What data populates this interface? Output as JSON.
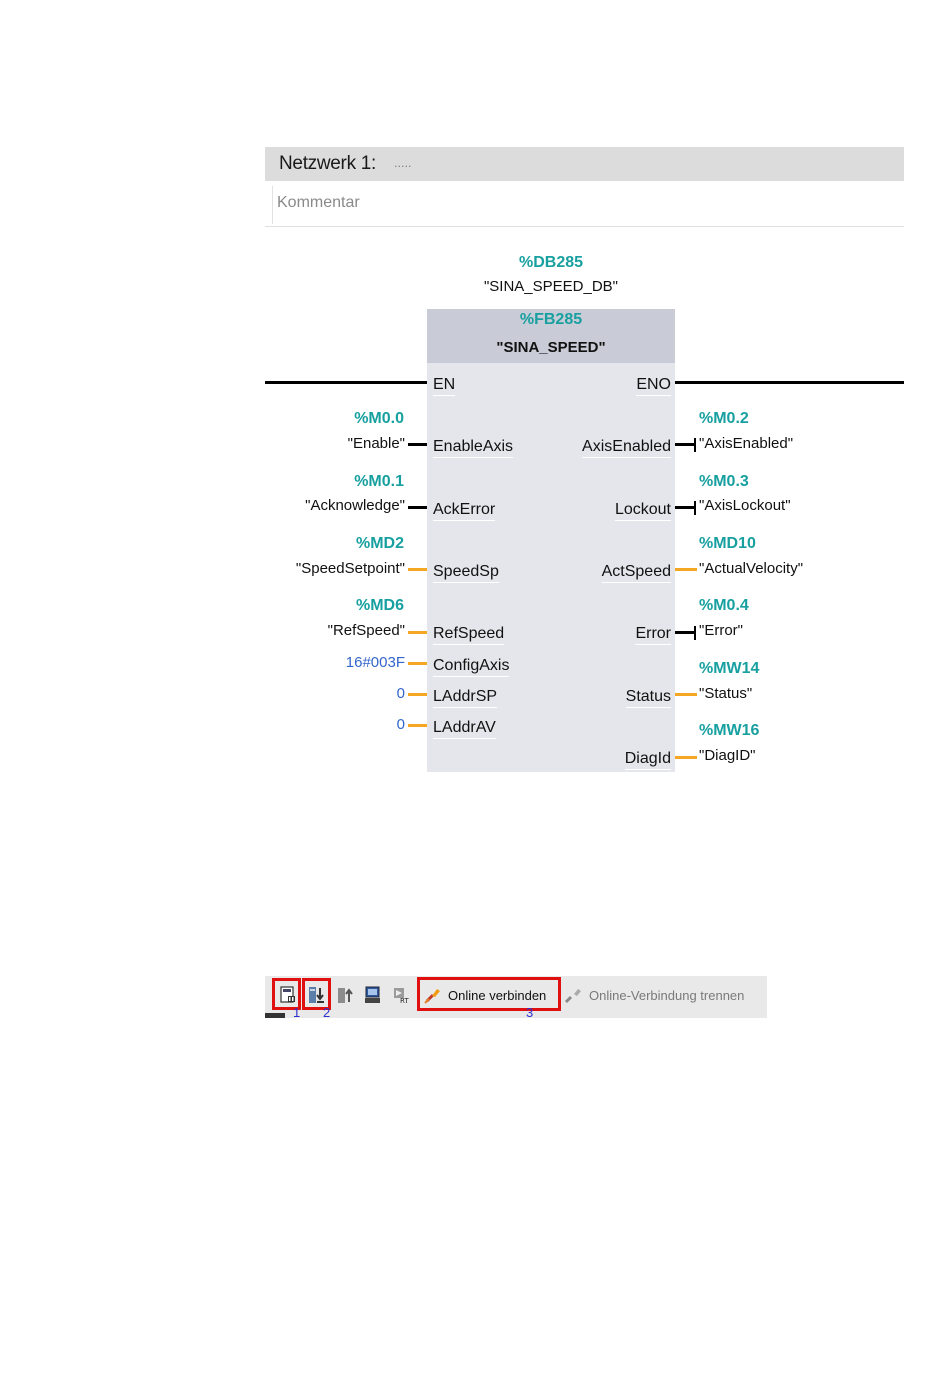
{
  "network": {
    "title": "Netzwerk 1:",
    "title_dots": ".....",
    "comment_placeholder": "Kommentar"
  },
  "instance_db": {
    "address": "%DB285",
    "name": "\"SINA_SPEED_DB\""
  },
  "function_block": {
    "address": "%FB285",
    "name": "\"SINA_SPEED\""
  },
  "pins": {
    "en": "EN",
    "eno": "ENO",
    "inputs": [
      {
        "pin": "EnableAxis",
        "address": "%M0.0",
        "symbol": "\"Enable\""
      },
      {
        "pin": "AckError",
        "address": "%M0.1",
        "symbol": "\"Acknowledge\""
      },
      {
        "pin": "SpeedSp",
        "address": "%MD2",
        "symbol": "\"SpeedSetpoint\""
      },
      {
        "pin": "RefSpeed",
        "address": "%MD6",
        "symbol": "\"RefSpeed\""
      },
      {
        "pin": "ConfigAxis",
        "constant": "16#003F"
      },
      {
        "pin": "LAddrSP",
        "constant": "0"
      },
      {
        "pin": "LAddrAV",
        "constant": "0"
      }
    ],
    "outputs": [
      {
        "pin": "AxisEnabled",
        "address": "%M0.2",
        "symbol": "\"AxisEnabled\""
      },
      {
        "pin": "Lockout",
        "address": "%M0.3",
        "symbol": "\"AxisLockout\""
      },
      {
        "pin": "ActSpeed",
        "address": "%MD10",
        "symbol": "\"ActualVelocity\""
      },
      {
        "pin": "Error",
        "address": "%M0.4",
        "symbol": "\"Error\""
      },
      {
        "pin": "Status",
        "address": "%MW14",
        "symbol": "\"Status\""
      },
      {
        "pin": "DiagId",
        "address": "%MW16",
        "symbol": "\"DiagID\""
      }
    ]
  },
  "toolbar": {
    "online_connect_label": "Online verbinden",
    "online_disconnect_label": "Online-Verbindung trennen",
    "marker_1": "1",
    "marker_2": "2",
    "marker_3": "3",
    "icons": [
      "compile-icon",
      "download-icon",
      "upload-icon",
      "simulation-icon",
      "runtime-icon",
      "online-connect-icon",
      "online-disconnect-icon"
    ],
    "highlight_color": "#e01010",
    "marker_color": "#3030d0"
  },
  "colors": {
    "address_teal": "#18a0a0",
    "constant_blue": "#3366cc",
    "analog_wire": "#f5a623",
    "bool_wire": "#000000",
    "block_fill": "#e4e6ec",
    "block_header_fill": "#c9ccd6"
  }
}
